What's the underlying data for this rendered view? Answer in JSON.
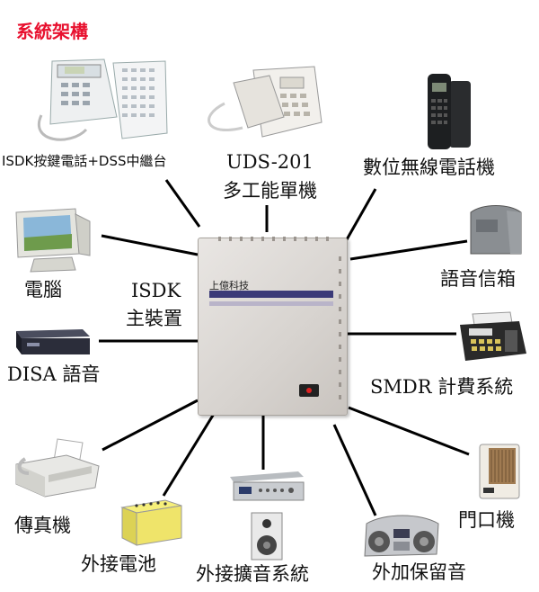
{
  "title": "系統架構",
  "center": {
    "label_line1": "ISDK",
    "label_line2": "主裝置",
    "brand": "上億科技"
  },
  "nodes": {
    "dss_console": "ISDK按鍵電話+DSS中繼台",
    "uds201_line1": "UDS-201",
    "uds201_line2": "多工能單機",
    "cordless": "數位無線電話機",
    "pc": "電腦",
    "voicemail": "語音信箱",
    "disa": "DISA 語音",
    "smdr": "SMDR 計費系統",
    "fax": "傳真機",
    "door_phone": "門口機",
    "battery": "外接電池",
    "amplifier": "外接擴音系統",
    "hold_music": "外加保留音"
  },
  "colors": {
    "title": "#e8102e",
    "line": "#000000"
  }
}
